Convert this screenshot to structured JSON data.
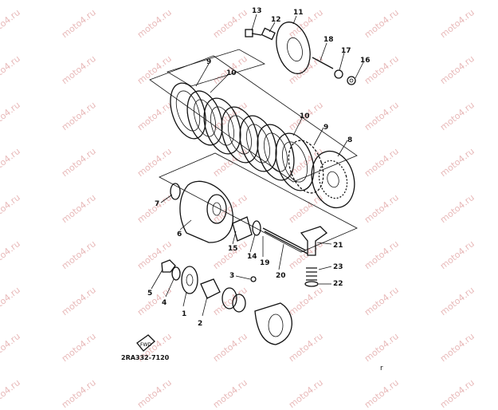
{
  "watermark_text": "moto4.ru",
  "diagram_code": "2RA332-7120",
  "corner_mark": "r",
  "fwd_label": "FWD",
  "callouts": [
    "1",
    "2",
    "3",
    "4",
    "5",
    "6",
    "7",
    "8",
    "9",
    "9",
    "10",
    "10",
    "11",
    "12",
    "13",
    "14",
    "15",
    "16",
    "17",
    "18",
    "19",
    "20",
    "21",
    "22",
    "23"
  ],
  "parts": [
    {
      "id": "1",
      "icon": "primary-gear-icon"
    },
    {
      "id": "2",
      "icon": "spacer-collar-icon"
    },
    {
      "id": "3",
      "icon": "ball-icon"
    },
    {
      "id": "4",
      "icon": "washer-icon"
    },
    {
      "id": "5",
      "icon": "nut-icon"
    },
    {
      "id": "6",
      "icon": "clutch-housing-icon"
    },
    {
      "id": "7",
      "icon": "thrust-washer-icon"
    },
    {
      "id": "8",
      "icon": "clutch-boss-icon"
    },
    {
      "id": "9",
      "icon": "friction-plate-icon"
    },
    {
      "id": "10",
      "icon": "clutch-plate-icon"
    },
    {
      "id": "11",
      "icon": "pressure-plate-icon"
    },
    {
      "id": "12",
      "icon": "clutch-spring-icon"
    },
    {
      "id": "13",
      "icon": "bolt-icon"
    },
    {
      "id": "14",
      "icon": "washer-icon"
    },
    {
      "id": "15",
      "icon": "collar-icon"
    },
    {
      "id": "16",
      "icon": "nut-icon"
    },
    {
      "id": "17",
      "icon": "washer-icon"
    },
    {
      "id": "18",
      "icon": "push-rod-icon"
    },
    {
      "id": "19",
      "icon": "ball-icon"
    },
    {
      "id": "20",
      "icon": "push-rod-icon"
    },
    {
      "id": "21",
      "icon": "push-lever-icon"
    },
    {
      "id": "22",
      "icon": "washer-icon"
    },
    {
      "id": "23",
      "icon": "spring-icon"
    }
  ]
}
